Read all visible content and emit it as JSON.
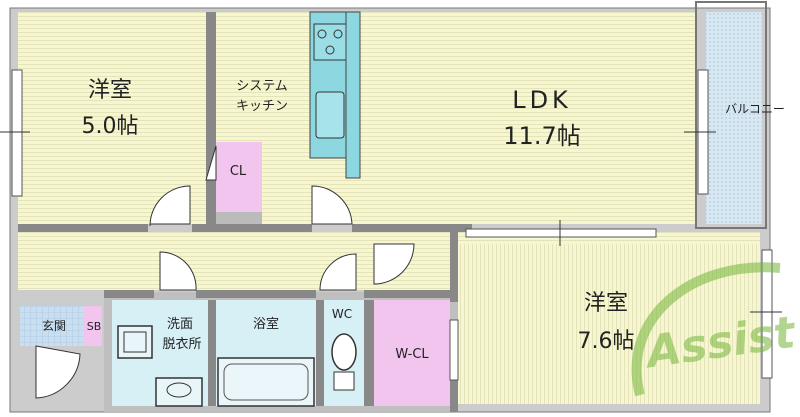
{
  "rooms": {
    "western_a": {
      "name": "洋室",
      "size": "5.0帖"
    },
    "ldk": {
      "name": "LDK",
      "size": "11.7帖"
    },
    "western_b": {
      "name": "洋室",
      "size": "7.6帖"
    },
    "kitchen": {
      "line1": "システム",
      "line2": "キッチン"
    },
    "closet": "CL",
    "balcony": "バルコニー",
    "entrance": "玄関",
    "shoe_box": "SB",
    "washroom": {
      "line1": "洗面",
      "line2": "脱衣所"
    },
    "bath": "浴室",
    "toilet": "WC",
    "walkin_closet": "W-CL"
  },
  "watermark": {
    "text": "Assist"
  },
  "colors": {
    "room_floor": "#f6f6d2",
    "balcony": "#d8e8f2",
    "wet_area": "#d7f0f6",
    "pink": "#f2c5ee",
    "wall": "#888888",
    "kitchen": "#8dd8e0"
  }
}
